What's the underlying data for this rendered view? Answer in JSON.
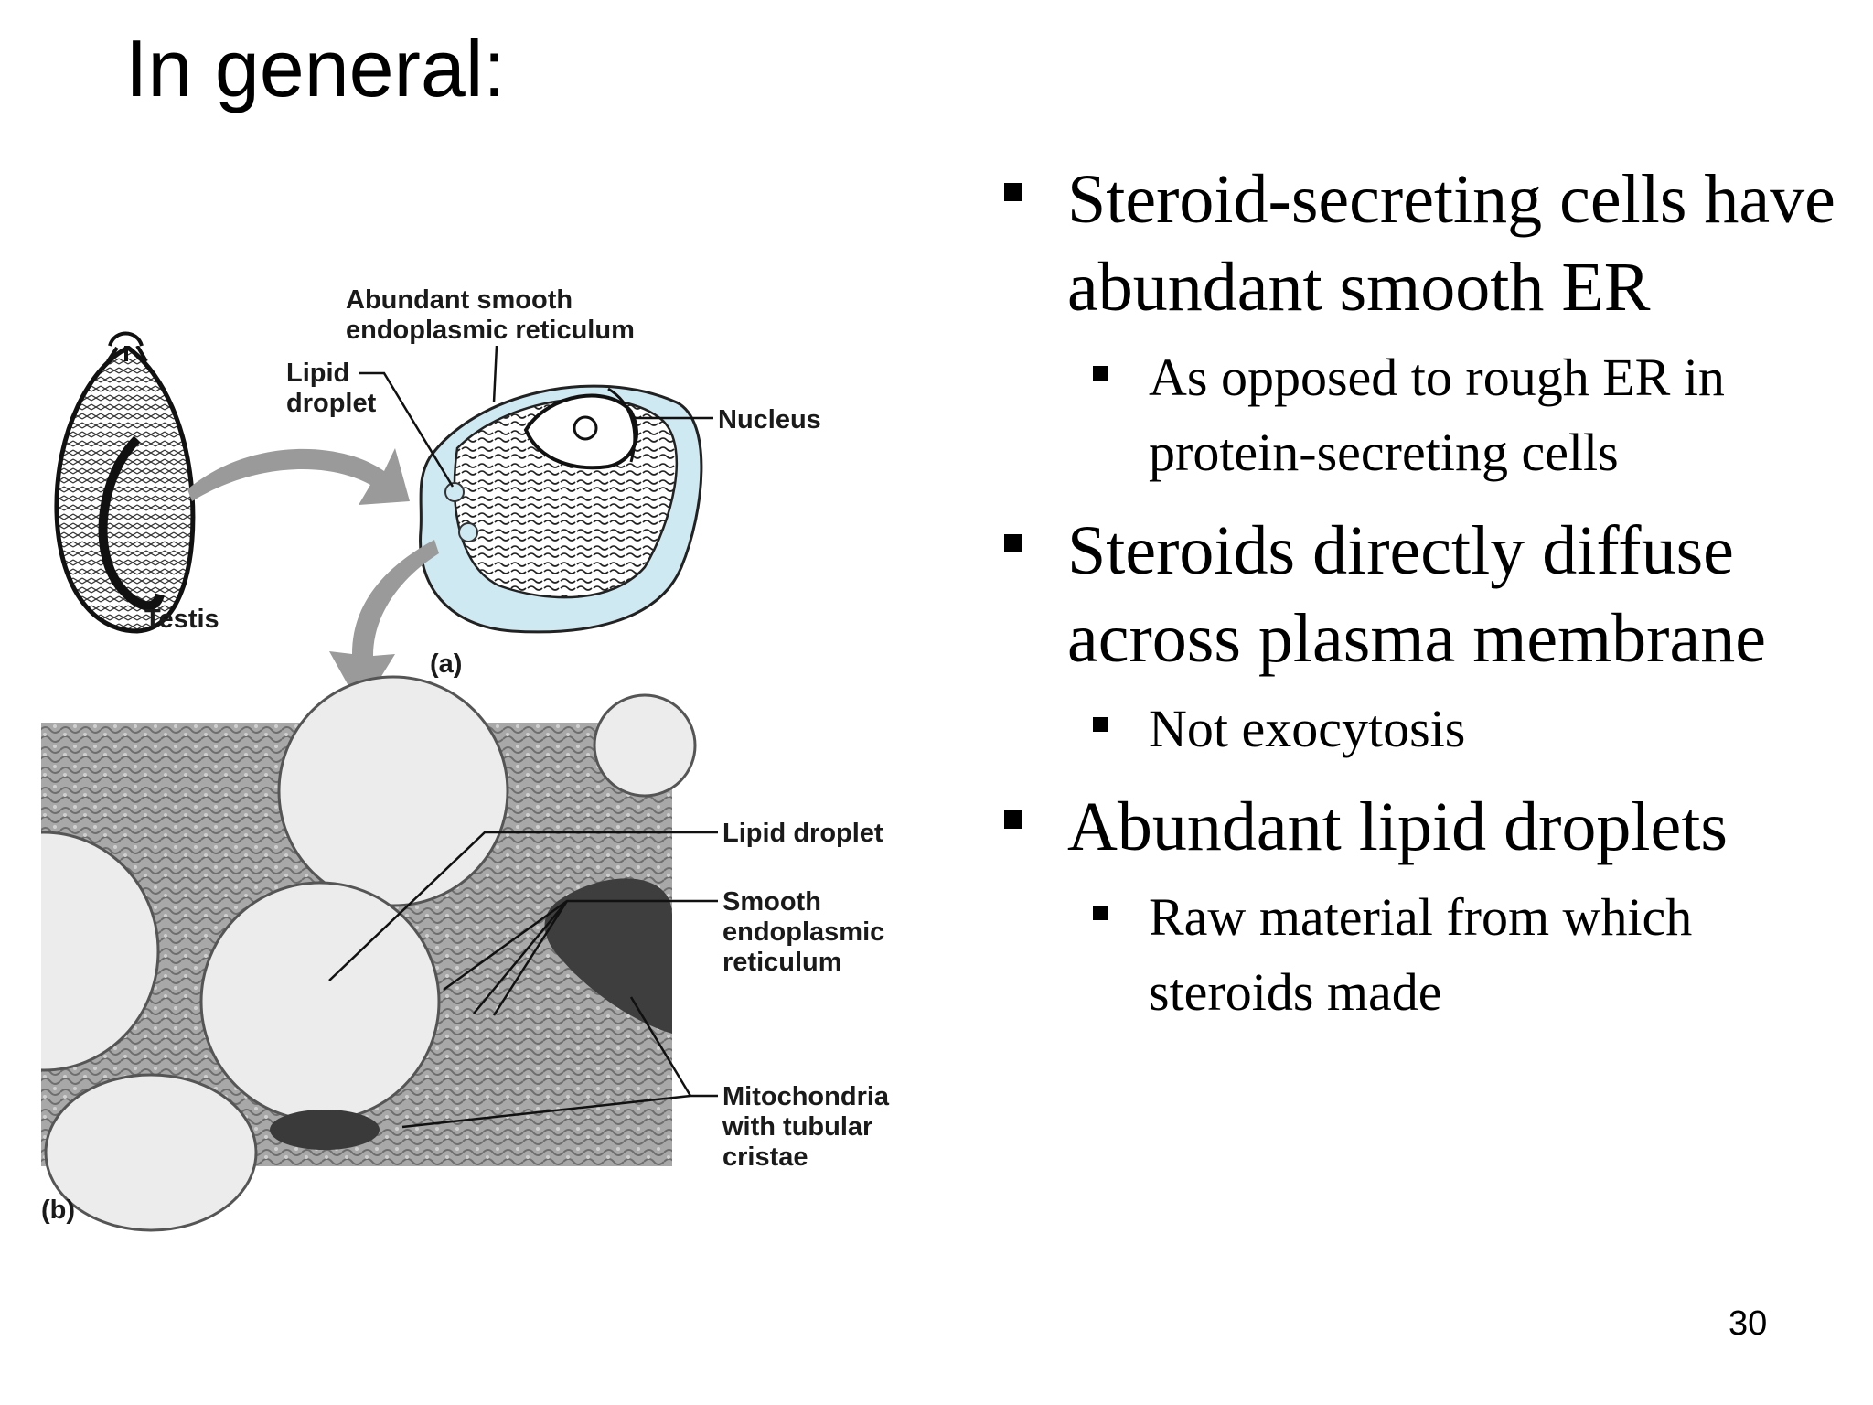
{
  "slide": {
    "title": "In general:",
    "page_number": "30"
  },
  "bullets": [
    {
      "text": "Steroid-secreting cells have abundant smooth ER",
      "subs": [
        "As opposed to rough ER in protein-secreting cells"
      ]
    },
    {
      "text": "Steroids directly diffuse across plasma membrane",
      "subs": [
        "Not exocytosis"
      ]
    },
    {
      "text": "Abundant lipid droplets",
      "subs": [
        "Raw material from which steroids made"
      ]
    }
  ],
  "figure": {
    "labels": {
      "smooth_er_line1": "Abundant smooth",
      "smooth_er_line2": "endoplasmic reticulum",
      "lipid_line1": "Lipid",
      "lipid_line2": "droplet",
      "nucleus": "Nucleus",
      "testis": "Testis",
      "panel_a": "(a)",
      "panel_b": "(b)",
      "b_lipid": "Lipid droplet",
      "b_ser1": "Smooth",
      "b_ser2": "endoplasmic",
      "b_ser3": "reticulum",
      "b_mito1": "Mitochondria",
      "b_mito2": "with tubular",
      "b_mito3": "cristae"
    },
    "colors": {
      "cell_fill": "#cfe9f2",
      "arrow_gray": "#9a9a9a",
      "micrograph_bg": "#a9a9a9"
    }
  }
}
